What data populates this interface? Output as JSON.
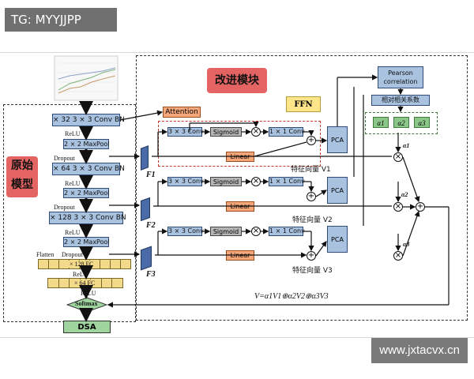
{
  "watermark_top": "TG: MYYJJPP",
  "watermark_bottom": "www.jxtacvx.cn",
  "left_panel": {
    "title": "原始\n模型",
    "conv1": "× 32  3 × 3 Conv BN",
    "relu1": "ReLU",
    "pool1": "2 × 2  MaxPool",
    "dropout1": "Dropout",
    "conv2": "× 64  3 × 3 Conv BN",
    "relu2": "ReLU",
    "pool2": "2 × 2  MaxPool",
    "dropout2": "Dropout",
    "conv3": "× 128  3 × 3 Conv BN",
    "relu3": "ReLU",
    "pool3": "2 × 2  MaxPool",
    "flatten": "Flatten",
    "dropout3": "Dropout",
    "fc1": "× 128 FC",
    "relu4": "ReLU",
    "fc2": "× 64 FC",
    "relu5": "ReLU",
    "softmax": "Softmax",
    "output": "DSA"
  },
  "right_panel": {
    "title": "改进模块",
    "attention": "Attention",
    "ffn": "FFN",
    "f1": "F1",
    "f2": "F2",
    "f3": "F3",
    "conv": "3 × 3 Conv",
    "sigmoid": "Sigmoid",
    "conv1x1": "1 × 1 Conv",
    "linear": "Linear",
    "v1_label": "特征向量 V1",
    "v2_label": "特征向量 V2",
    "v3_label": "特征向量 V3",
    "pca": "PCA",
    "pearson": "Pearson\ncorrelation",
    "coeff": "相对相关系数",
    "alpha1": "α1",
    "alpha2": "α2",
    "alpha3": "α3",
    "formula": "V=α1V1⊕α2V2⊕α3V3"
  }
}
